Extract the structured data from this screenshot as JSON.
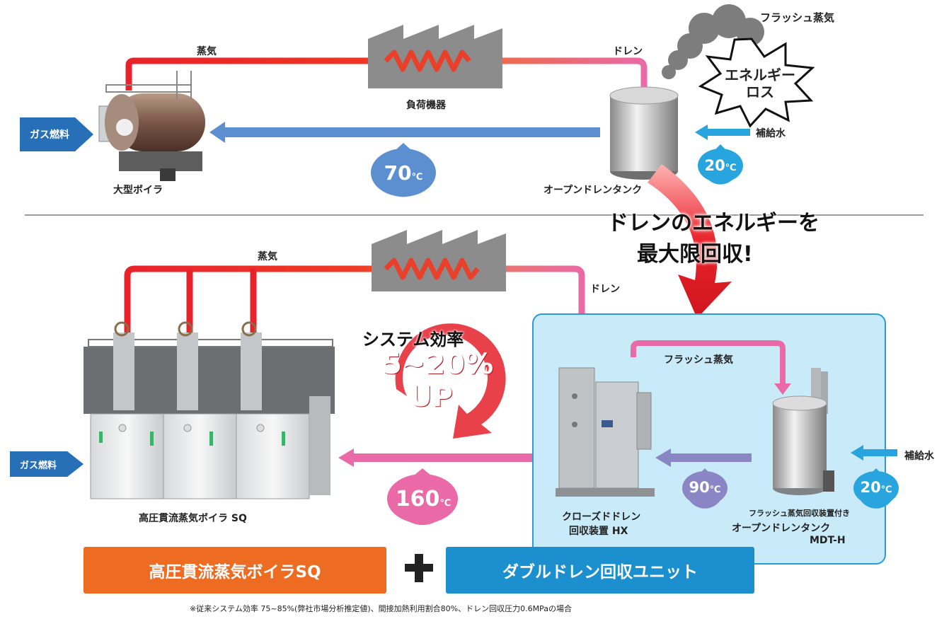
{
  "top": {
    "steam_label": "蒸気",
    "load_label": "負荷機器",
    "drain_label": "ドレン",
    "flash_steam_label": "フラッシュ蒸気",
    "energy_loss": "エネルギー\nロス",
    "makeup_water": "補給水",
    "gas_fuel": "ガス燃料",
    "boiler_label": "大型ボイラ",
    "tank_label": "オープンドレンタンク",
    "temp_return": "70",
    "temp_makeup": "20",
    "temp_unit": "℃"
  },
  "callout": {
    "line1": "ドレンのエネルギーを",
    "line2": "最大限回収!"
  },
  "bottom": {
    "steam_label": "蒸気",
    "drain_label": "ドレン",
    "flash_steam_label": "フラッシュ蒸気",
    "makeup_water": "補給水",
    "gas_fuel": "ガス燃料",
    "boiler_label": "高圧貫流蒸気ボイラ SQ",
    "hx_label_1": "クローズドドレン",
    "hx_label_2": "回収装置 HX",
    "mdt_label_1": "フラッシュ蒸気回収装置付き",
    "mdt_label_2": "オープンドレンタンク",
    "mdt_label_3": "MDT-H",
    "temp_return": "160",
    "temp_mid": "90",
    "temp_makeup": "20",
    "temp_unit": "℃",
    "efficiency_1": "システム効率",
    "efficiency_2": "5~20%",
    "efficiency_3": "UP",
    "efficiency_mark": "※"
  },
  "banners": {
    "left": "高圧貫流蒸気ボイラSQ",
    "plus": "+",
    "right": "ダブルドレン回収ユニット"
  },
  "footnote": "※従来システム効率 75~85%(弊社市場分析推定値)、間接加熱利用割合80%、ドレン回収圧力0.6MPaの場合",
  "colors": {
    "steam_red": "#e8222b",
    "drain_pink": "#e96aa6",
    "return_blue": "#5b8fd0",
    "makeup_cyan": "#28a4de",
    "gas_blue": "#2770b8",
    "banner_orange": "#ee6b22",
    "banner_blue": "#1c8fcf",
    "unit_bg": "#c9eaf8"
  }
}
